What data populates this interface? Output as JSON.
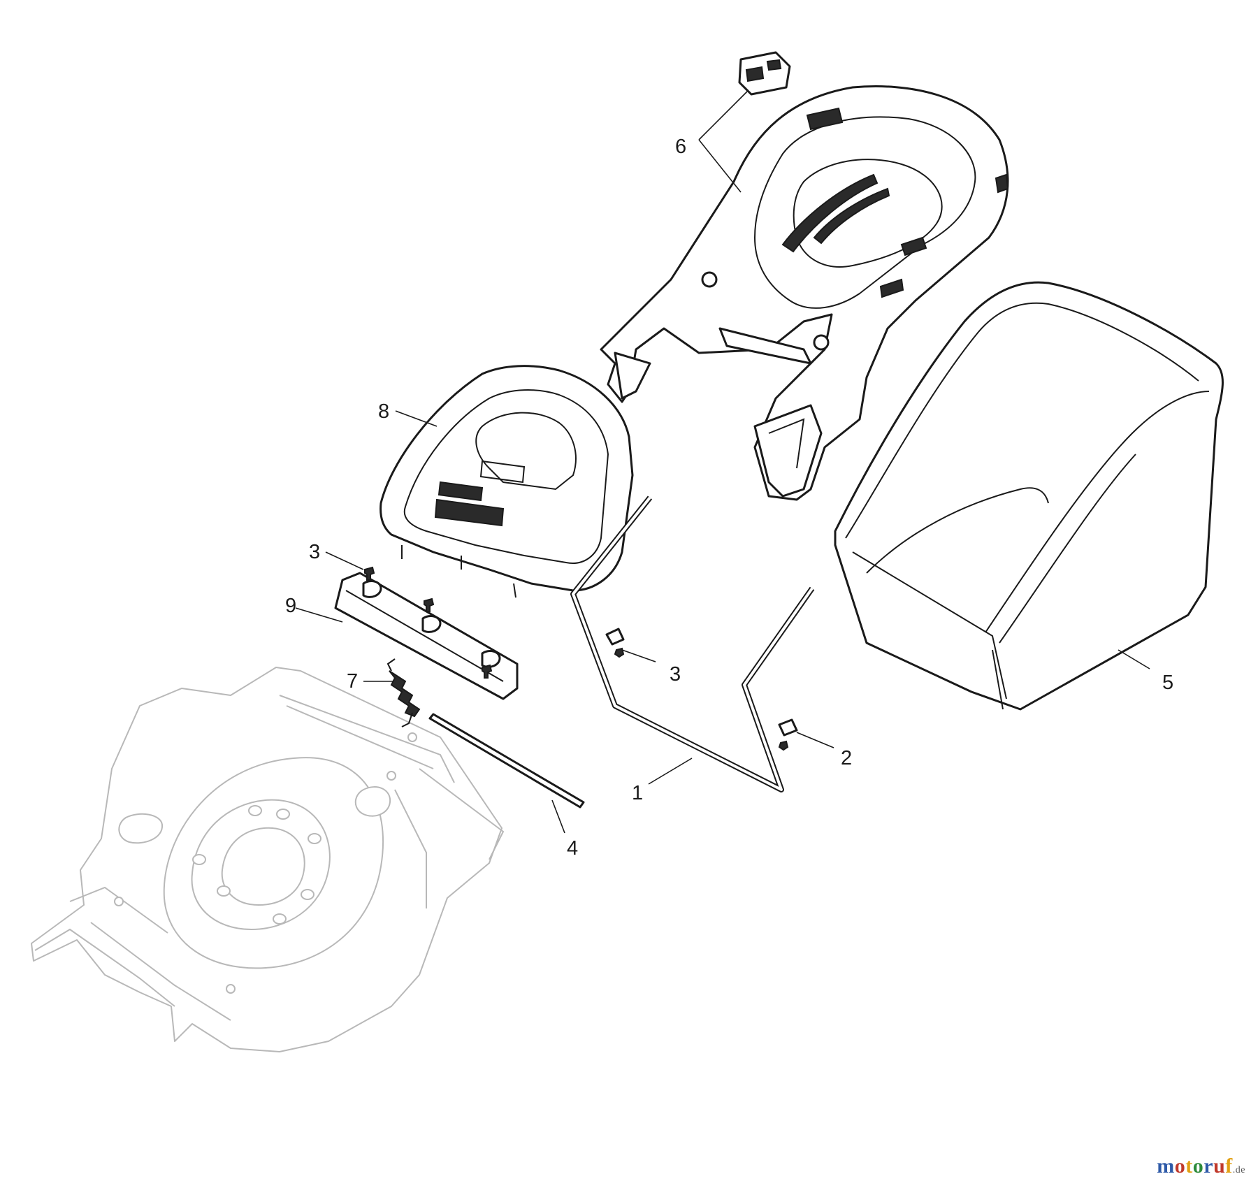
{
  "callouts": [
    {
      "id": "c1",
      "label": "1"
    },
    {
      "id": "c2",
      "label": "2"
    },
    {
      "id": "c3a",
      "label": "3"
    },
    {
      "id": "c3b",
      "label": "3"
    },
    {
      "id": "c4",
      "label": "4"
    },
    {
      "id": "c5",
      "label": "5"
    },
    {
      "id": "c6",
      "label": "6"
    },
    {
      "id": "c7",
      "label": "7"
    },
    {
      "id": "c8",
      "label": "8"
    },
    {
      "id": "c9",
      "label": "9"
    }
  ],
  "watermark": {
    "letters": [
      "m",
      "o",
      "t",
      "o",
      "r",
      "u",
      "f"
    ],
    "letter_colors": [
      "#2e5aa8",
      "#c0392b",
      "#e2a013",
      "#2e8b3a",
      "#2e5aa8",
      "#c0392b",
      "#e2a013"
    ],
    "domain": ".de"
  }
}
